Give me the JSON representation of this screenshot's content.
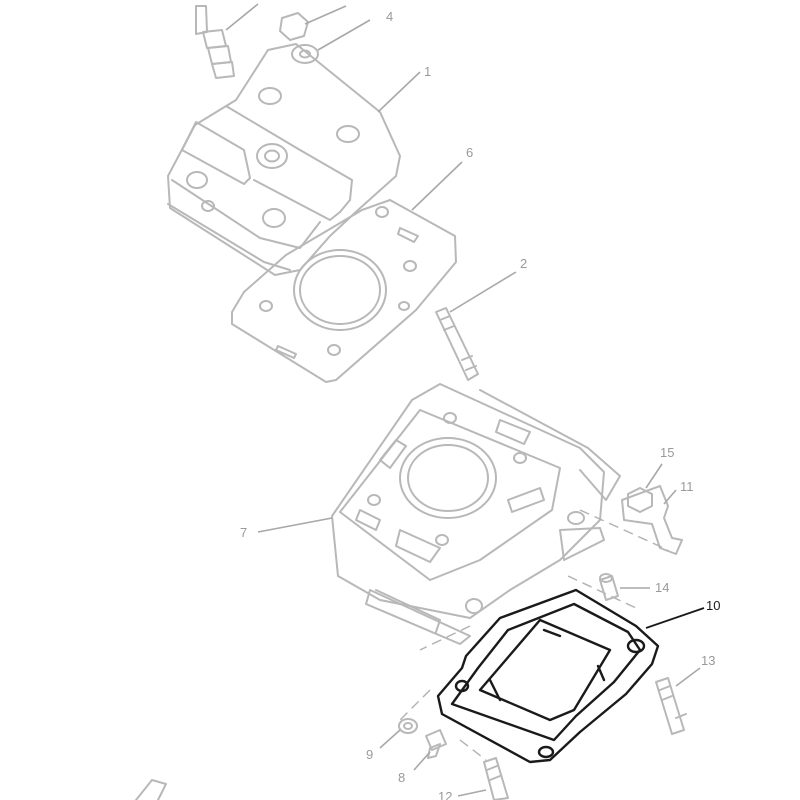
{
  "diagram": {
    "callouts": {
      "c1": "1",
      "c2": "2",
      "c4": "4",
      "c6": "6",
      "c7": "7",
      "c8": "8",
      "c9": "9",
      "c10": "10",
      "c11": "11",
      "c12": "12",
      "c13": "13",
      "c14": "14",
      "c15": "15"
    },
    "colors": {
      "faded_part": "#b8b8b8",
      "highlighted_part": "#1a1a1a"
    },
    "highlighted_part_number": "10"
  }
}
